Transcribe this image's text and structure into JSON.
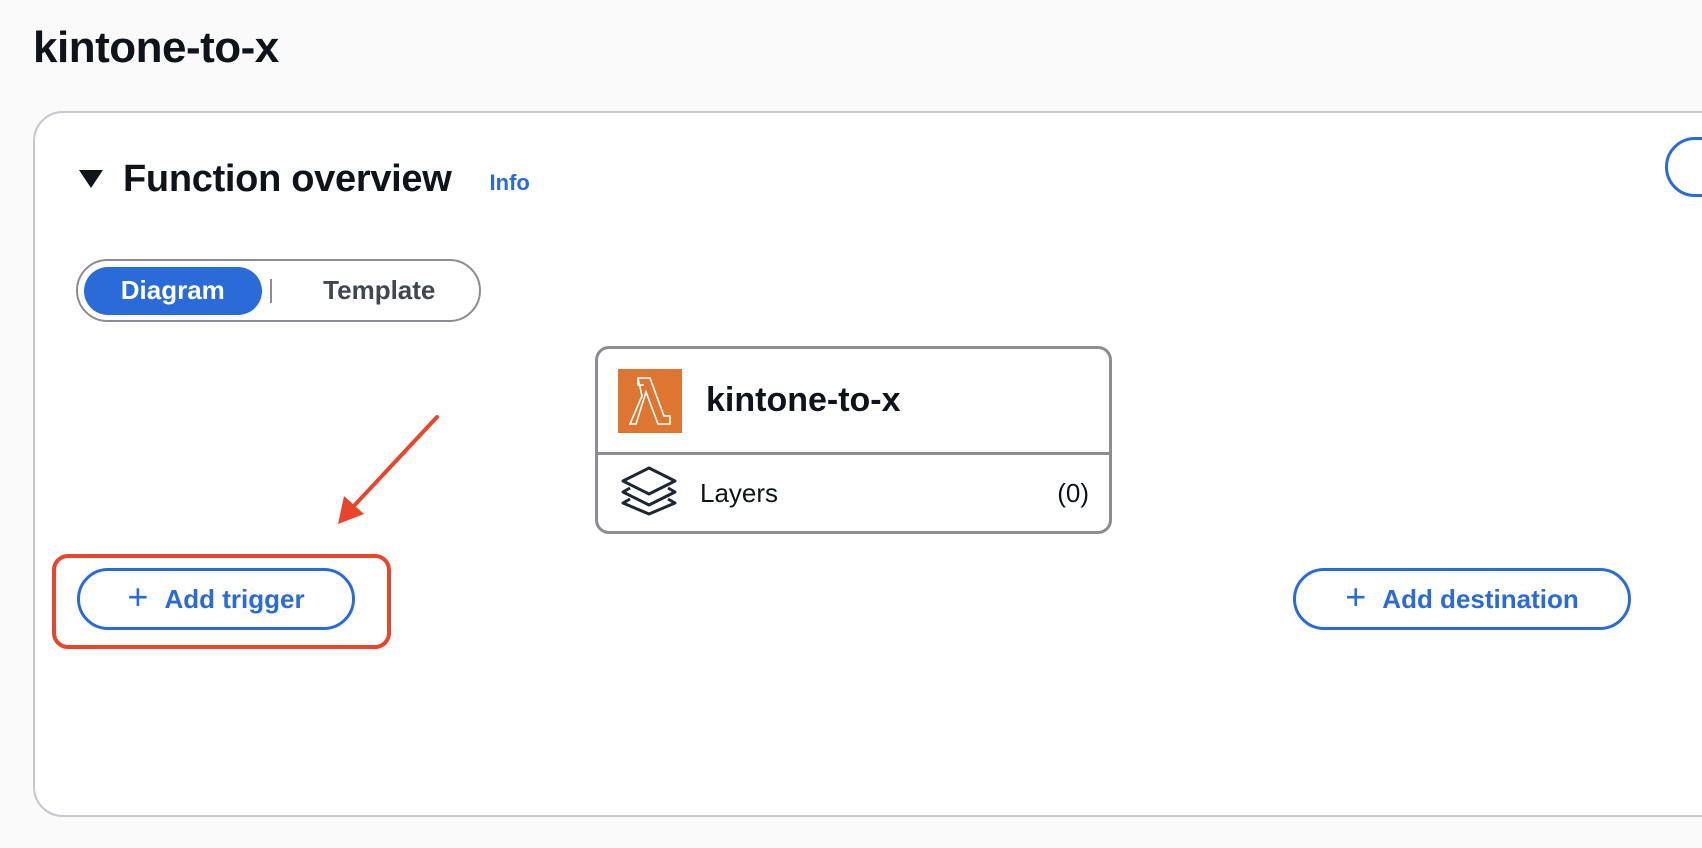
{
  "page": {
    "title": "kintone-to-x"
  },
  "function_overview": {
    "title": "Function overview",
    "info_label": "Info",
    "view_toggle": {
      "options": [
        {
          "label": "Diagram",
          "selected": true
        },
        {
          "label": "Template",
          "selected": false
        }
      ]
    },
    "function_card": {
      "name": "kintone-to-x",
      "icon": "lambda-icon",
      "icon_color": "#dd7630",
      "layers": {
        "label": "Layers",
        "count": "(0)",
        "icon": "layers-icon"
      }
    },
    "buttons": {
      "add_trigger": {
        "label": "Add trigger",
        "icon": "plus-icon"
      },
      "add_destination": {
        "label": "Add destination",
        "icon": "plus-icon"
      }
    }
  },
  "annotation": {
    "highlight_target": "Add trigger",
    "color": "#e8452c"
  },
  "colors": {
    "accent": "#2a6ad9",
    "border": "#8c8c94",
    "panel_border": "#c6c6cd",
    "background": "#fafafa"
  }
}
